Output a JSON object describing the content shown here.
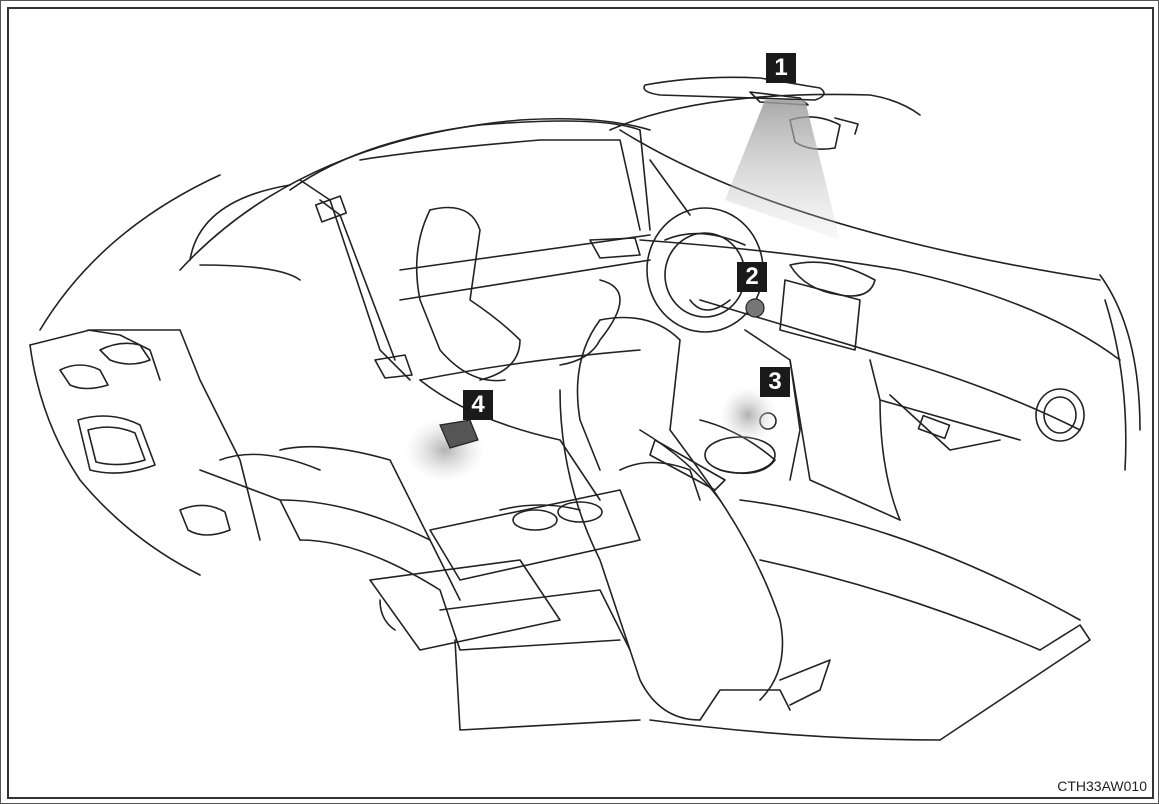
{
  "figure": {
    "callouts": [
      {
        "id": "1",
        "label": "1"
      },
      {
        "id": "2",
        "label": "2"
      },
      {
        "id": "3",
        "label": "3"
      },
      {
        "id": "4",
        "label": "4"
      }
    ],
    "figure_code": "CTH33AW010"
  }
}
